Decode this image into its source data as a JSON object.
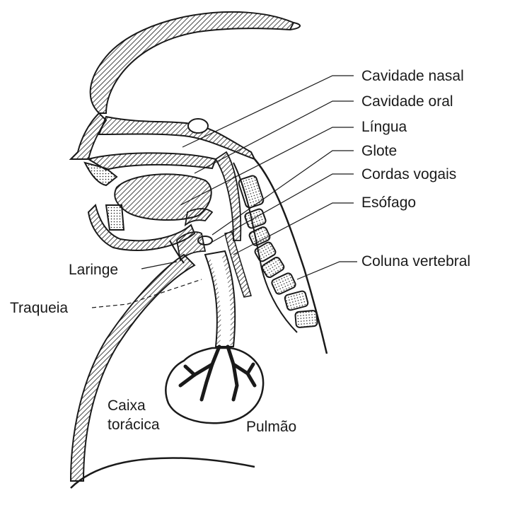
{
  "labels": {
    "cavidade_nasal": "Cavidade nasal",
    "cavidade_oral": "Cavidade oral",
    "lingua": "Língua",
    "glote": "Glote",
    "cordas_vogais": "Cordas vogais",
    "esofago": "Esófago",
    "coluna_vertebral": "Coluna vertebral",
    "laringe": "Laringe",
    "traqueia": "Traqueia",
    "caixa_line1": "Caixa",
    "caixa_line2": "torácica",
    "pulmao": "Pulmão"
  },
  "colors": {
    "ink": "#1a1a1a",
    "background": "#ffffff"
  }
}
